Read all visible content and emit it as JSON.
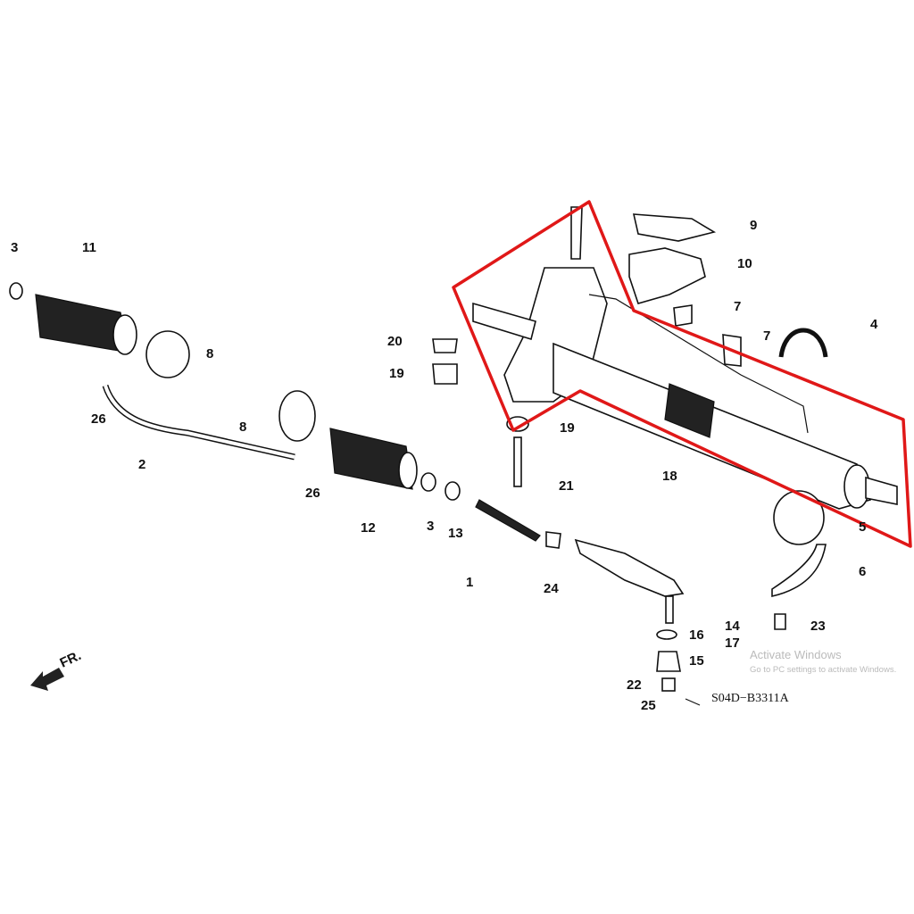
{
  "diagram": {
    "drawing_code": "S04D−B3311A",
    "direction_marker": "FR.",
    "highlight_color": "#e01818",
    "callouts": [
      "3",
      "11",
      "8",
      "26",
      "2",
      "8",
      "26",
      "12",
      "3",
      "13",
      "1",
      "24",
      "20",
      "19",
      "19",
      "21",
      "18",
      "9",
      "10",
      "7",
      "7",
      "4",
      "5",
      "6",
      "23",
      "14",
      "17",
      "16",
      "15",
      "22",
      "25"
    ]
  },
  "watermark": {
    "title": "Activate Windows",
    "subtitle": "Go to PC settings to activate Windows."
  }
}
